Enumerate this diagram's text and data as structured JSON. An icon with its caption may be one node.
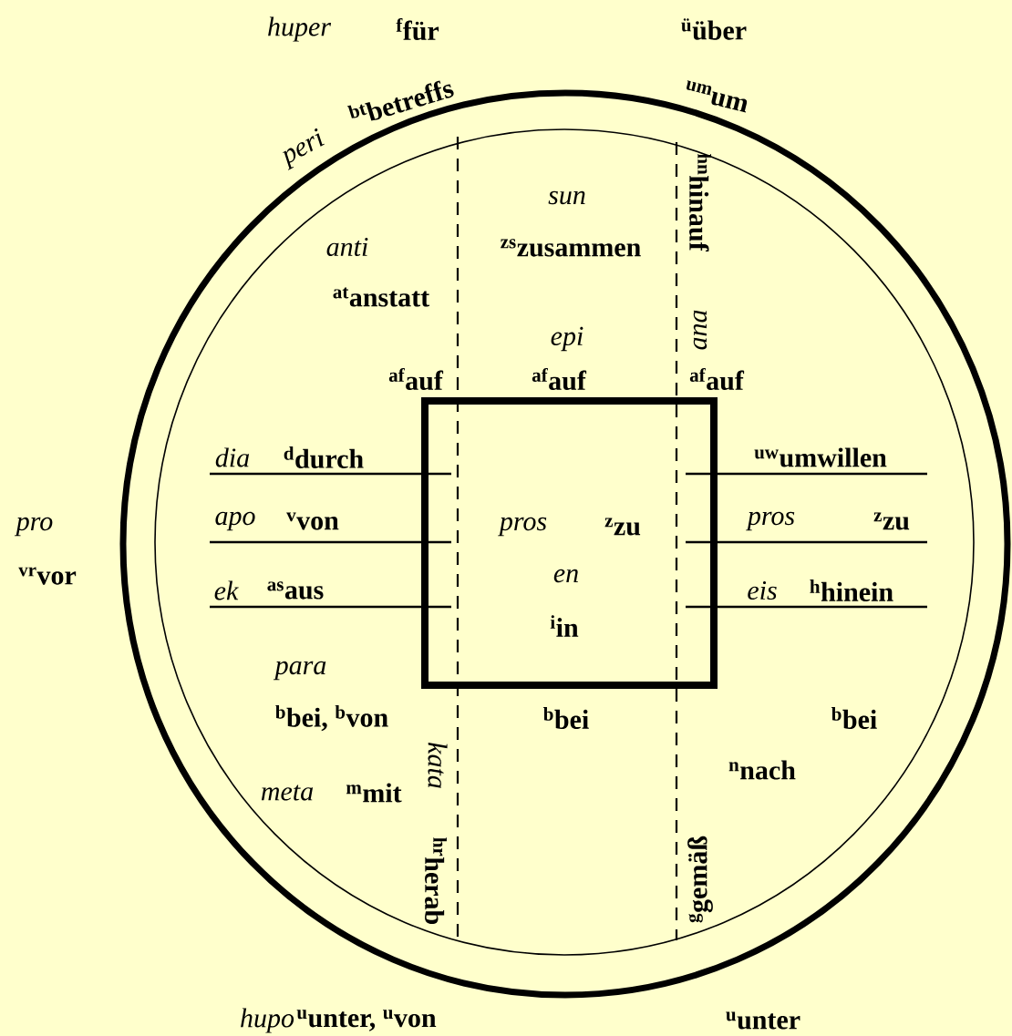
{
  "diagram": {
    "nodes": [
      {
        "text": [],
        "shape": "circle"
      },
      {
        "text": [],
        "shape": "circle",
        "in": 0
      },
      {
        "text": [
          "pros",
          "$^{z}$zu",
          "en",
          "$^{i}$in"
        ],
        "in": 1
      }
    ],
    "labels": [
      "huper",
      "$^{f}$für",
      "$^{ü}$über",
      "peri",
      "$^{bt}$betreffs",
      "$^{um}$um",
      "sun",
      "anti",
      "$^{zs}$zusammen",
      "$^{hn}$hinauf",
      "$^{at}$anstatt",
      "ana",
      "epi",
      "$^{af}$auf",
      "$^{af}$auf",
      "$^{af}$auf",
      "dia",
      "$^{d}$durch",
      "$^{uw}$umwillen",
      "pro",
      "apo",
      "$^{v}$von",
      "pros",
      "$^{z}$zu",
      "$^{vr}$vor",
      "ek",
      "$^{as}$aus",
      "eis",
      "$^{h}$hinein",
      "para",
      "$^{b}$bei, $^{b}$von",
      "$^{b}$bei",
      "$^{b}$bei",
      "$^{n}$nach",
      "kata",
      "meta",
      "$^{m}$mit",
      "$^{hr}$herab",
      "$^{g}$gemäß",
      "hupo",
      "$^{u}$unter, $^{u}$von",
      "$^{u}$unter"
    ]
  }
}
